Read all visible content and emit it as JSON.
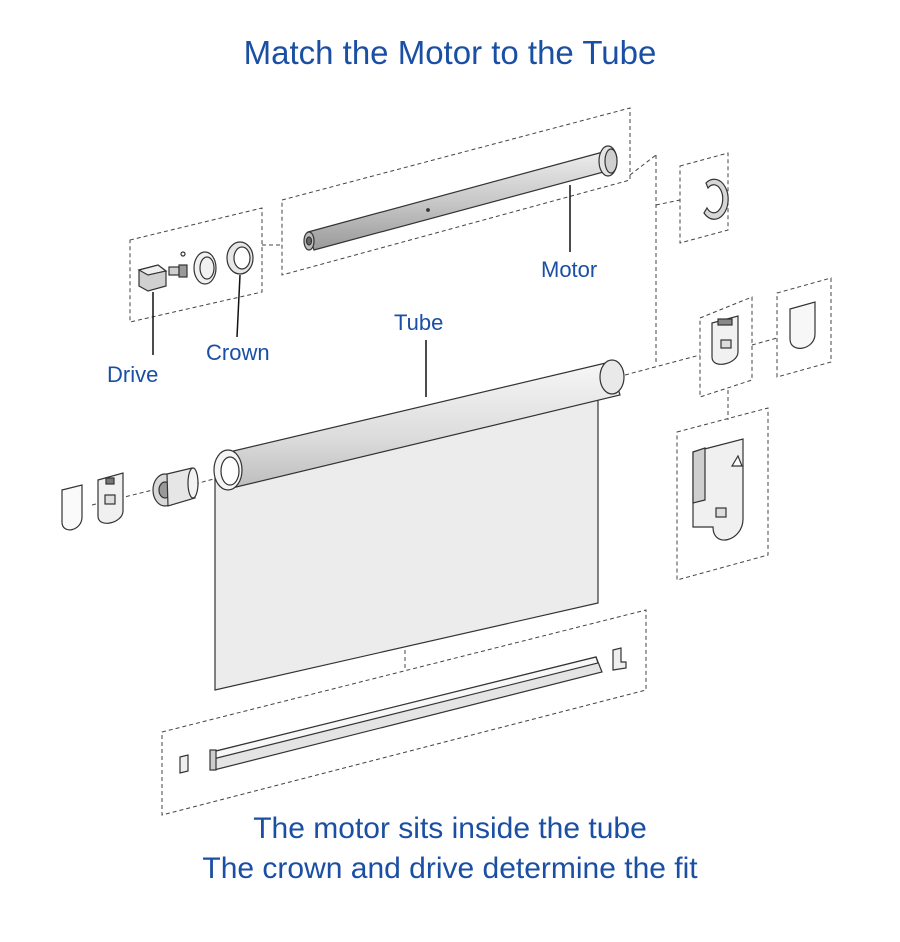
{
  "title": "Match the Motor to the Tube",
  "labels": {
    "motor": "Motor",
    "tube": "Tube",
    "crown": "Crown",
    "drive": "Drive"
  },
  "caption": {
    "line1": "The motor sits inside the tube",
    "line2": "The crown and drive determine the fit"
  },
  "colors": {
    "text": "#1a4fa3",
    "line": "#333333",
    "fabric": "#ececec"
  }
}
